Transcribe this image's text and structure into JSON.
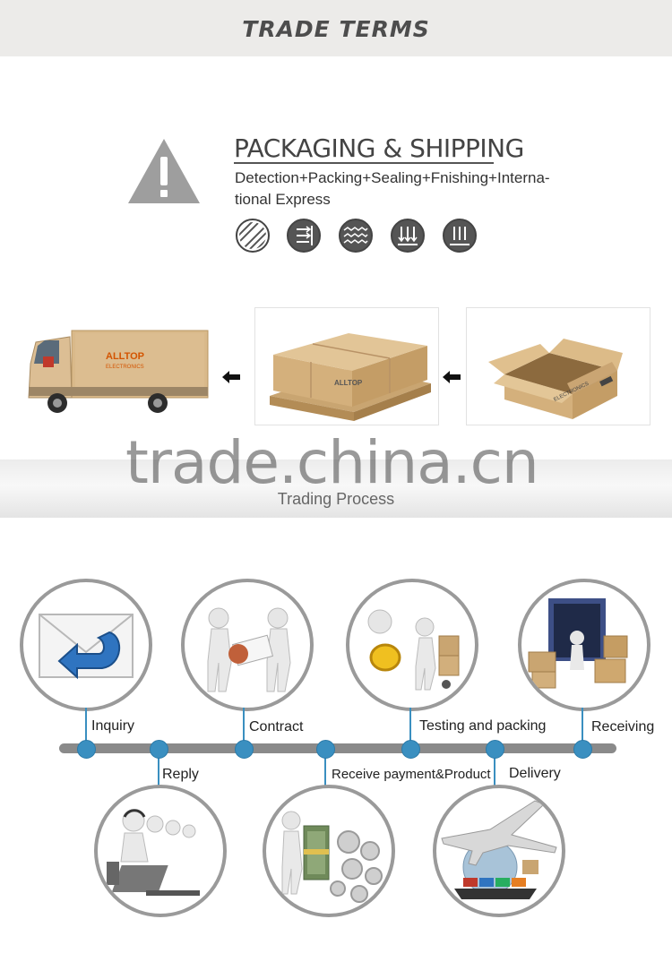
{
  "header": {
    "title": "TRADE TERMS"
  },
  "packaging": {
    "title": "PACKAGING & SHIPPING",
    "description": "Detection+Packing+Sealing+Fnishing+Interna-tional Express",
    "symbol_icons": [
      "diagonal-lines-icon",
      "list-arrows-icon",
      "wave-layers-icon",
      "down-arrows-icon",
      "vertical-lines-icon"
    ]
  },
  "shipping_images": [
    {
      "logo": "ALLTOP",
      "sub": "ELECTRONICS"
    },
    {
      "logo": "ALLTOP"
    },
    {
      "text": "ELECTRONICS"
    }
  ],
  "watermark": "trade.china.cn",
  "trading_process": {
    "title": "Trading Process",
    "steps_top": [
      "Inquiry",
      "Contract",
      "Testing and packing",
      "Receiving"
    ],
    "steps_bottom": [
      "Reply",
      "Receive payment&Product",
      "Delivery"
    ]
  },
  "colors": {
    "accent": "#3a8fc0",
    "banner": "#ecebe9",
    "timeline": "#8a8a8a"
  }
}
